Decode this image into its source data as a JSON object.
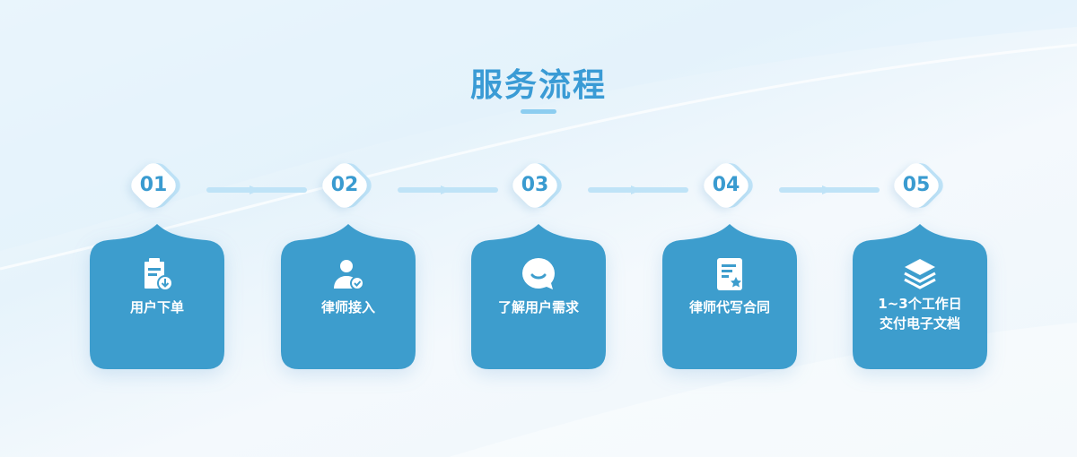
{
  "title": "服务流程",
  "colors": {
    "accent": "#3a9bd5",
    "card": "#3d9dcd",
    "arrow": "#bfe3f7"
  },
  "steps": [
    {
      "num": "01",
      "lines": [
        "用户下单"
      ],
      "icon": "clipboard-download-icon"
    },
    {
      "num": "02",
      "lines": [
        "律师接入"
      ],
      "icon": "user-check-icon"
    },
    {
      "num": "03",
      "lines": [
        "了解用户需求"
      ],
      "icon": "chat-bubble-icon"
    },
    {
      "num": "04",
      "lines": [
        "律师代写合同"
      ],
      "icon": "document-star-icon"
    },
    {
      "num": "05",
      "lines": [
        "1~3个工作日",
        "交付电子文档"
      ],
      "icon": "layers-icon"
    }
  ]
}
